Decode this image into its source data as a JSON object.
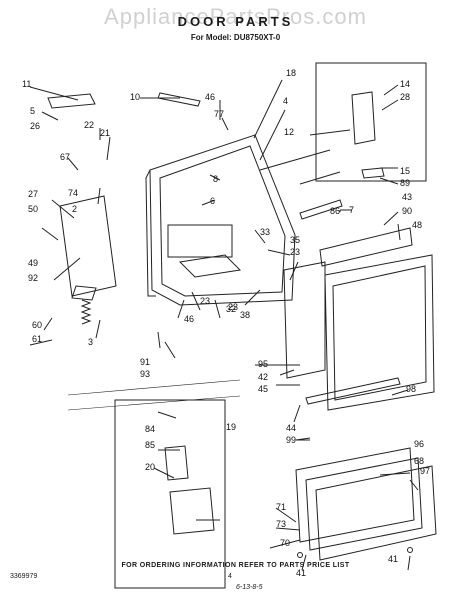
{
  "watermark": "AppliancePartsPros.com",
  "title": "DOOR PARTS",
  "subtitle": "For Model: DU8750XT-0",
  "footer": "FOR ORDERING INFORMATION REFER TO PARTS PRICE LIST",
  "doc_number": "3369979",
  "page_number": "4",
  "date_code": "6-13-8-5",
  "callouts": [
    "11",
    "5",
    "26",
    "22",
    "21",
    "67",
    "27",
    "74",
    "50",
    "2",
    "49",
    "92",
    "60",
    "61",
    "3",
    "10",
    "46",
    "77",
    "18",
    "4",
    "8",
    "6",
    "33",
    "35",
    "23",
    "23",
    "32",
    "38",
    "23",
    "46",
    "91",
    "93",
    "95",
    "42",
    "45",
    "44",
    "14",
    "28",
    "12",
    "15",
    "89",
    "43",
    "90",
    "48",
    "86",
    "7",
    "98",
    "96",
    "68",
    "97",
    "99",
    "84",
    "85",
    "20",
    "19",
    "71",
    "73",
    "70",
    "41",
    "41"
  ]
}
